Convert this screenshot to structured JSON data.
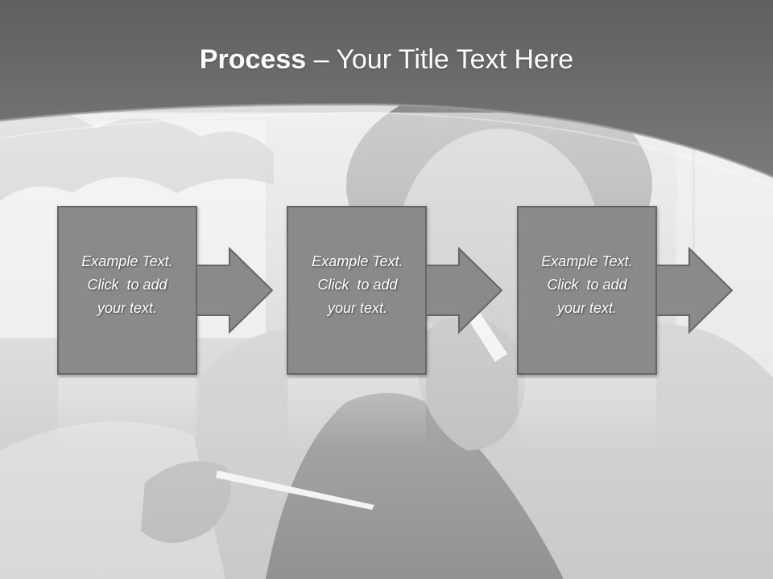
{
  "title": {
    "bold": "Process",
    "rest": " – Your Title Text Here"
  },
  "steps": [
    {
      "line1": "Example Text.",
      "line2": "Click  to add",
      "line3": "your text."
    },
    {
      "line1": "Example Text.",
      "line2": "Click  to add",
      "line3": "your text."
    },
    {
      "line1": "Example Text.",
      "line2": "Click  to add",
      "line3": "your text."
    }
  ],
  "colors": {
    "header": "#6e6e6e",
    "box_fill": "#8a8a8a",
    "box_border": "#666666",
    "text": "#ffffff"
  }
}
